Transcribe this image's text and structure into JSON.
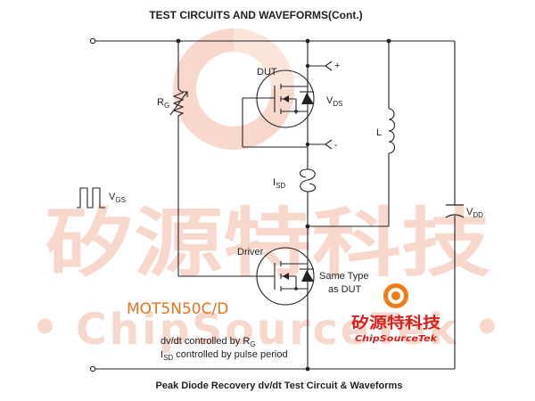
{
  "title": "TEST CIRCUITS AND WAVEFORMS(Cont.)",
  "caption": "Peak Diode Recovery dv/dt Test Circuit & Waveforms",
  "labels": {
    "dut": "DUT",
    "rg_main": "R",
    "rg_sub": "G",
    "vds_main": "V",
    "vds_sub": "DS",
    "vgs_main": "V",
    "vgs_sub": "GS",
    "isd_main": "I",
    "isd_sub": "SD",
    "inductor": "L",
    "vdd_main": "V",
    "vdd_sub": "DD",
    "driver": "Driver",
    "same_type_1": "Same Type",
    "same_type_2": "as DUT",
    "plus": "+",
    "minus": "-"
  },
  "notes": {
    "note1_pre": "dv/dt controlled by R",
    "note1_sub": "G",
    "note2_main": "I",
    "note2_sub": "SD",
    "note2_post": " controlled by pulse period"
  },
  "part_number": "MOT5N50C/D",
  "watermark": {
    "cn": "矽源特科技",
    "en": "ChipSourceTek",
    "dot": "•"
  },
  "logo": {
    "cn": "矽源特科技",
    "en": "ChipSourceTek"
  },
  "colors": {
    "line": "#222222",
    "part_number": "#e6741e",
    "watermark": "#f8d7cc",
    "logo_red": "#d8201e",
    "logo_orange": "#f07d1a"
  }
}
